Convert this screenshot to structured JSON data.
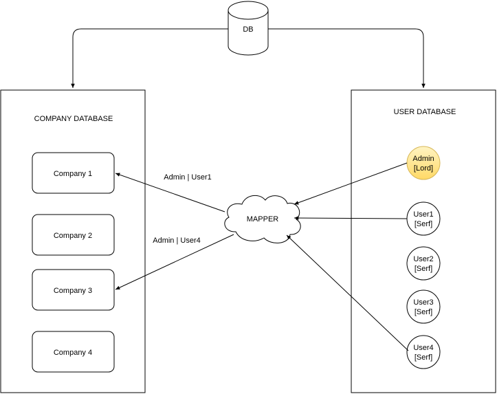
{
  "db": {
    "label": "DB"
  },
  "company_database": {
    "title": "COMPANY DATABASE",
    "companies": [
      "Company 1",
      "Company 2",
      "Company 3",
      "Company 4"
    ]
  },
  "user_database": {
    "title": "USER DATABASE",
    "users": [
      {
        "name": "Admin",
        "role": "[Lord]",
        "highlight": true
      },
      {
        "name": "User1",
        "role": "[Serf]",
        "highlight": false
      },
      {
        "name": "User2",
        "role": "[Serf]",
        "highlight": false
      },
      {
        "name": "User3",
        "role": "[Serf]",
        "highlight": false
      },
      {
        "name": "User4",
        "role": "[Serf]",
        "highlight": false
      }
    ]
  },
  "mapper": {
    "label": "MAPPER"
  },
  "edges": [
    {
      "label": "Admin | User1"
    },
    {
      "label": "Admin | User4"
    }
  ],
  "colors": {
    "stroke": "#000000",
    "admin_fill_top": "#fff4c3",
    "admin_fill_bottom": "#ffd966",
    "admin_stroke": "#d6b656"
  }
}
